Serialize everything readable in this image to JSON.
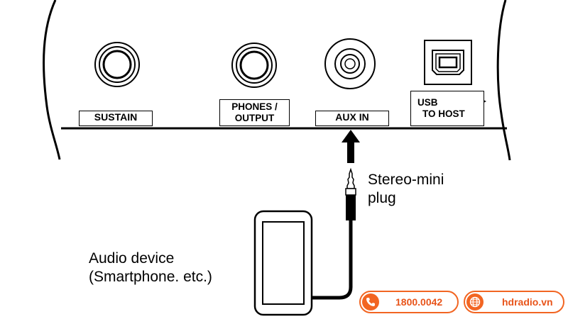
{
  "panel": {
    "jacks": {
      "sustain": "SUSTAIN",
      "phones_line1": "PHONES /",
      "phones_line2": "OUTPUT",
      "aux_in": "AUX IN",
      "usb_line1": "USB",
      "usb_line2": "TO HOST"
    }
  },
  "annotations": {
    "plug_line1": "Stereo-mini",
    "plug_line2": "plug",
    "device_line1": "Audio device",
    "device_line2": "(Smartphone. etc.)"
  },
  "watermark": {
    "phone": "1800.0042",
    "website": "hdradio.vn",
    "accent_color": "#f26522",
    "icons": [
      "phone-icon",
      "globe-icon"
    ]
  }
}
